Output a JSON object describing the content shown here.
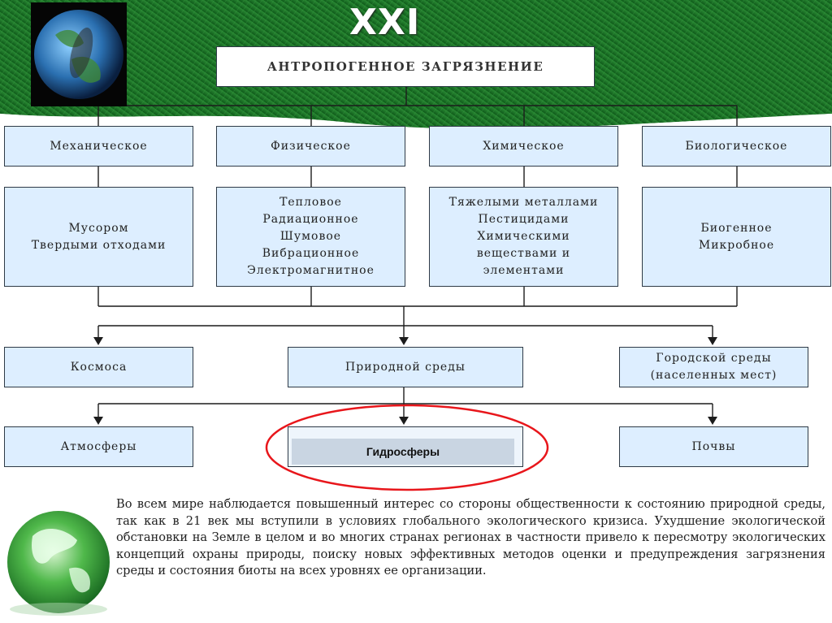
{
  "title": "XXI ВЕК",
  "root": "АНТРОПОГЕННОЕ ЗАГРЯЗНЕНИЕ",
  "categories": [
    "Механическое",
    "Физическое",
    "Химическое",
    "Биологическое"
  ],
  "details": [
    "Мусором\nТвердыми отходами",
    "Тепловое\nРадиационное\nШумовое\nВибрационное\nЭлектромагнитное",
    "Тяжелыми металлами\nПестицидами\nХимическими\nвеществами и\nэлементами",
    "Биогенное\nМикробное"
  ],
  "environments": [
    "Космоса",
    "Природной среды",
    "Городской среды\n(населенных мест)"
  ],
  "spheres": [
    "Атмосферы",
    "Гидросферы",
    "Почвы"
  ],
  "paragraph": "Во всем мире наблюдается повышенный интерес со стороны общественности к состоянию природной среды, так как в 21 век мы вступили в условиях глобального экологического кризиса. Ухудшение экологической обстановки на Земле в целом и во многих странах регионах в частности привело к пересмотру экологических концепций охраны природы, поиску новых эффективных методов оценки и предупреждения загрязнения среды и состояния биоты на всех уровнях ее организации.",
  "colors": {
    "header_green": "#1f7a2a",
    "box_fill": "#ddeeff",
    "highlight_ellipse": "#e8161b"
  }
}
